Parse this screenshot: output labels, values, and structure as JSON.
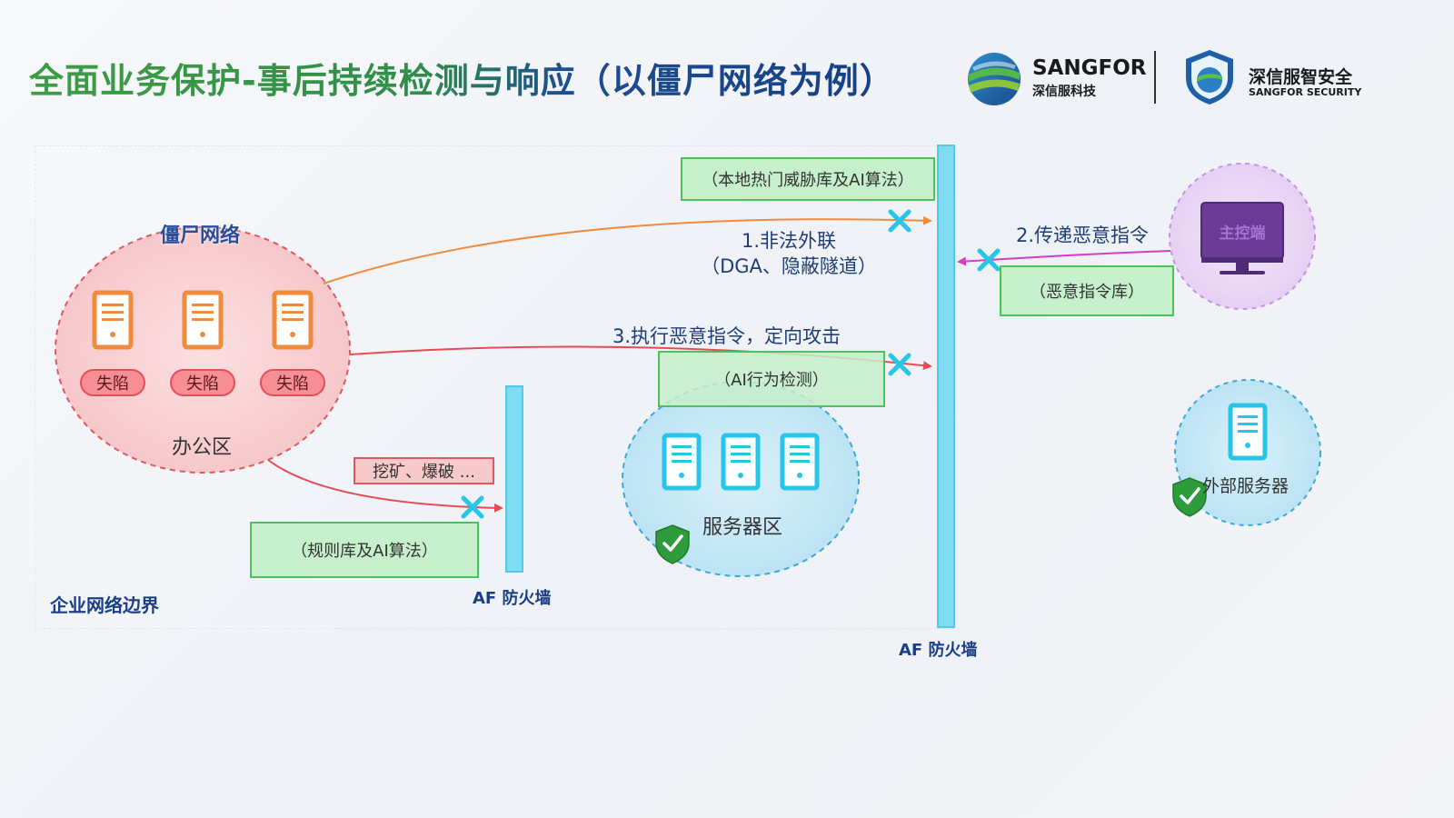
{
  "title": "全面业务保护-事后持续检测与响应（以僵尸网络为例）",
  "brand": {
    "name_en": "SANGFOR",
    "name_cn": "深信服科技",
    "security_cn": "深信服智安全",
    "security_en": "SANGFOR SECURITY"
  },
  "zones": {
    "botnet_label": "僵尸网络",
    "office_label": "办公区",
    "server_label": "服务器区",
    "external_label": "外部服务器",
    "enterprise_boundary": "企业网络边界"
  },
  "compromised_badges": [
    "失陷",
    "失陷",
    "失陷"
  ],
  "firewalls": {
    "inner_label": "AF 防火墙",
    "outer_label": "AF 防火墙"
  },
  "boxes": {
    "local_threat_db": "（本地热门威胁库及AI算法）",
    "malicious_cmd_db": "（恶意指令库）",
    "ai_behavior": "（AI行为检测）",
    "rule_db": "（规则库及AI算法）",
    "mining_attack": "挖矿、爆破 ..."
  },
  "flows": {
    "step1_line1": "1.非法外联",
    "step1_line2": "（DGA、隐蔽隧道）",
    "step2": "2.传递恶意指令",
    "step3": "3.执行恶意指令，定向攻击"
  },
  "control": {
    "label": "主控端"
  },
  "colors": {
    "title_green": "#3f9c45",
    "title_blue": "#173f86",
    "firewall": "#7fdcf2",
    "office_zone": "#f6c3c6",
    "server_zone": "#c2e6f6",
    "control_zone": "#e8d3f4",
    "green_box": "#c6efcb",
    "orange_arrow": "#f08a3c",
    "red_arrow": "#e84a55",
    "magenta_arrow": "#d63cc8",
    "block_mark": "#27c6e8"
  }
}
